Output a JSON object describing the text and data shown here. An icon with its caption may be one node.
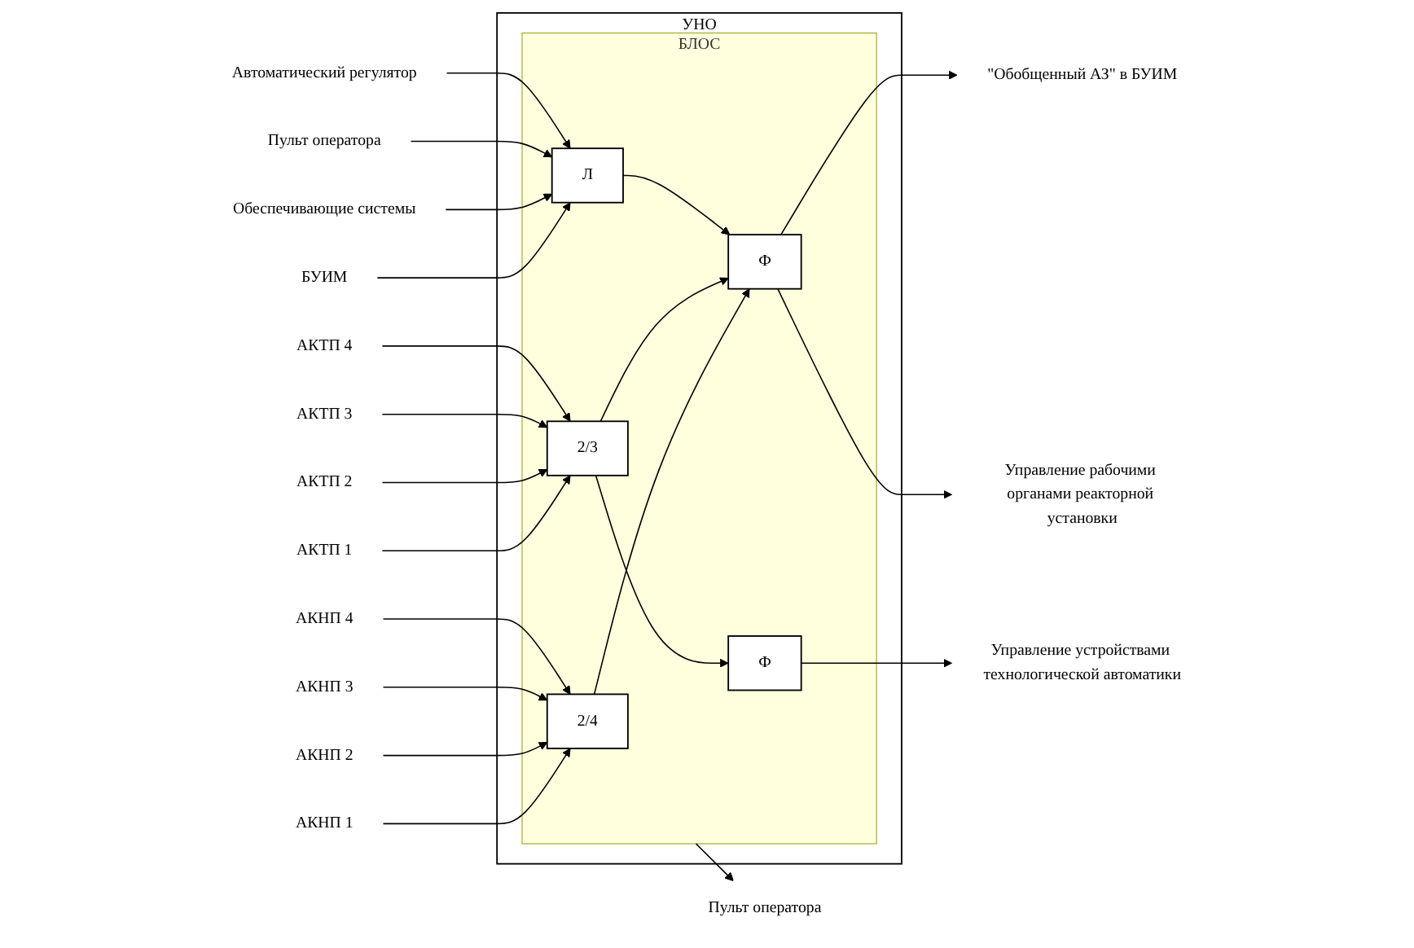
{
  "diagram": {
    "nodes": [
      {
        "text": [
          "УНО"
        ]
      },
      {
        "text": [
          "БЛОС"
        ],
        "in": 0
      },
      {
        "text": [
          "2/4"
        ],
        "in": 1
      },
      {
        "text": [
          "2/3"
        ],
        "in": 1
      },
      {
        "text": [
          "Л"
        ],
        "in": 1
      },
      {
        "text": [
          "Ф"
        ],
        "in": 1
      },
      {
        "text": [
          "Ф"
        ],
        "in": 1
      },
      {
        "text": [
          "АКНП 1"
        ]
      },
      {
        "text": [
          "АКНП 2"
        ]
      },
      {
        "text": [
          "АКНП 3"
        ]
      },
      {
        "text": [
          "АКНП 4"
        ]
      },
      {
        "text": [
          "АКТП 1"
        ]
      },
      {
        "text": [
          "АКТП 2"
        ]
      },
      {
        "text": [
          "АКТП 3"
        ]
      },
      {
        "text": [
          "АКТП 4"
        ]
      },
      {
        "text": [
          "БУИМ"
        ]
      },
      {
        "text": [
          "Обеспечивающие системы"
        ]
      },
      {
        "text": [
          "Пульт оператора"
        ]
      },
      {
        "text": [
          "Автоматический регулятор"
        ]
      },
      {
        "text": [
          "\"Обобщенный АЗ\" в БУИМ"
        ]
      },
      {
        "text": [
          "Управление рабочими органами реакторной установки"
        ]
      },
      {
        "text": [
          "Управление устройствами технологической автоматики"
        ]
      },
      {
        "text": [
          "Пульт оператора"
        ]
      }
    ],
    "edges": [
      {
        "from": 7,
        "to": 2,
        "arrow": "to"
      },
      {
        "from": 8,
        "to": 2,
        "arrow": "to"
      },
      {
        "from": 9,
        "to": 2,
        "arrow": "to"
      },
      {
        "from": 10,
        "to": 2,
        "arrow": "to"
      },
      {
        "from": 11,
        "to": 3,
        "arrow": "to"
      },
      {
        "from": 12,
        "to": 3,
        "arrow": "to"
      },
      {
        "from": 13,
        "to": 3,
        "arrow": "to"
      },
      {
        "from": 14,
        "to": 3,
        "arrow": "to"
      },
      {
        "from": 15,
        "to": 4,
        "arrow": "to"
      },
      {
        "from": 16,
        "to": 4,
        "arrow": "to"
      },
      {
        "from": 17,
        "to": 4,
        "arrow": "to"
      },
      {
        "from": 18,
        "to": 4,
        "arrow": "to"
      },
      {
        "from": 2,
        "to": 5,
        "arrow": "to"
      },
      {
        "from": 3,
        "to": 5,
        "arrow": "to"
      },
      {
        "from": 3,
        "to": 6,
        "arrow": "to"
      },
      {
        "from": 4,
        "to": 5,
        "arrow": "to"
      },
      {
        "from": 5,
        "to": 19,
        "arrow": "to"
      },
      {
        "from": 5,
        "to": 20,
        "arrow": "to"
      },
      {
        "from": 6,
        "to": 21,
        "arrow": "to"
      },
      {
        "from": 1,
        "to": 22,
        "arrow": "to"
      }
    ]
  }
}
